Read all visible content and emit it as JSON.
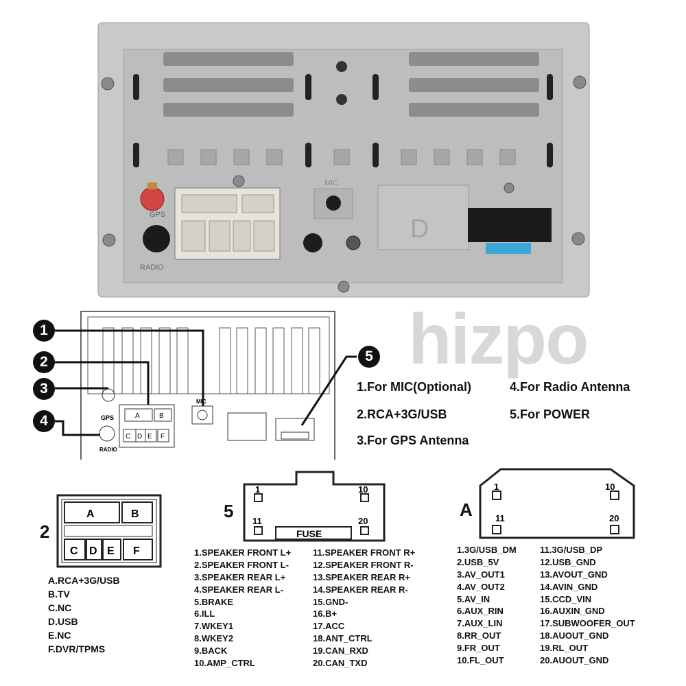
{
  "watermark": "hizpo",
  "photo": {
    "gps_label": "GPS",
    "radio_label": "RADIO",
    "mic_label": "MIC",
    "d_label": "D"
  },
  "schematic": {
    "gps_label": "GPS",
    "radio_label": "RADIO",
    "mic_label": "MIC",
    "slots": [
      "A",
      "B",
      "C",
      "D",
      "E",
      "F"
    ],
    "badges": [
      "1",
      "2",
      "3",
      "4",
      "5"
    ]
  },
  "legend": {
    "items": [
      "1.For MIC(Optional)",
      "2.RCA+3G/USB",
      "3.For GPS Antenna",
      "4.For Radio Antenna",
      "5.For POWER"
    ]
  },
  "connector2": {
    "number": "2",
    "slots": [
      "A",
      "B",
      "C",
      "D",
      "E",
      "F"
    ],
    "ports": [
      "A.RCA+3G/USB",
      "B.TV",
      "C.NC",
      "D.USB",
      "E.NC",
      "F.DVR/TPMS"
    ]
  },
  "connector5": {
    "number": "5",
    "pin_labels": [
      "1",
      "10",
      "11",
      "20"
    ],
    "fuse_label": "FUSE",
    "pins_left": [
      "1.SPEAKER FRONT L+",
      "2.SPEAKER FRONT L-",
      "3.SPEAKER REAR L+",
      "4.SPEAKER REAR L-",
      "5.BRAKE",
      "6.ILL",
      "7.WKEY1",
      "8.WKEY2",
      "9.BACK",
      "10.AMP_CTRL"
    ],
    "pins_right": [
      "11.SPEAKER FRONT R+",
      "12.SPEAKER FRONT R-",
      "13.SPEAKER REAR R+",
      "14.SPEAKER REAR R-",
      "15.GND-",
      "16.B+",
      "17.ACC",
      "18.ANT_CTRL",
      "19.CAN_RXD",
      "20.CAN_TXD"
    ]
  },
  "connectorA": {
    "letter": "A",
    "pin_labels": [
      "1",
      "10",
      "11",
      "20"
    ],
    "pins_left": [
      "1.3G/USB_DM",
      "2.USB_5V",
      "3.AV_OUT1",
      "4.AV_OUT2",
      "5.AV_IN",
      "6.AUX_RIN",
      "7.AUX_LIN",
      "8.RR_OUT",
      "9.FR_OUT",
      "10.FL_OUT"
    ],
    "pins_right": [
      "11.3G/USB_DP",
      "12.USB_GND",
      "13.AVOUT_GND",
      "14.AVIN_GND",
      "15.CCD_VIN",
      "16.AUXIN_GND",
      "17.SUBWOOFER_OUT",
      "18.AUOUT_GND",
      "19.RL_OUT",
      "20.AUOUT_GND"
    ]
  }
}
